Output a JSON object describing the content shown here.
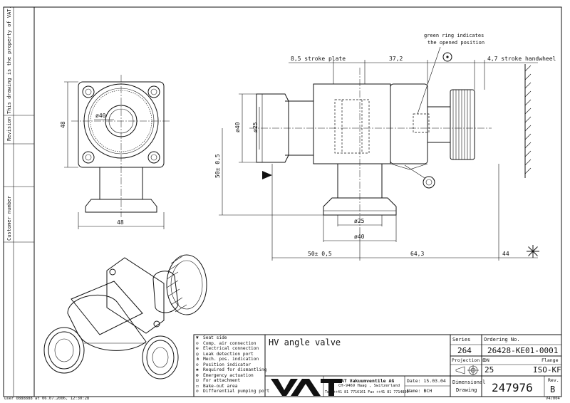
{
  "side_margin": {
    "property_note": "This drawing is the property of VAT.",
    "revision_label": "Revision",
    "customer_label": "Customer number"
  },
  "front_view": {
    "height_dim": "48",
    "width_dim": "48",
    "bore_dim": "ø40"
  },
  "side_view": {
    "annotation": [
      "green ring indicates",
      "the opened position"
    ],
    "stroke_plate": "8,5 stroke plate",
    "dim_37_2": "37,2",
    "stroke_handwheel": "4,7 stroke handwheel",
    "dia_40_left": "ø40",
    "dia_25_left": "ø25",
    "height_50": "50± 0,5",
    "dia_25_bottom": "ø25",
    "dia_40_bottom": "ø40",
    "len_50": "50± 0,5",
    "len_64_3": "64,3",
    "len_44": "44"
  },
  "legend": [
    {
      "icon": "seat-side-icon",
      "symbol": "▼",
      "text": "Seat side"
    },
    {
      "icon": "comp-air-icon",
      "symbol": "⊙",
      "text": "Comp. air connection"
    },
    {
      "icon": "electrical-icon",
      "symbol": "⊕",
      "text": "Electrical connection"
    },
    {
      "icon": "leak-detection-icon",
      "symbol": "◎",
      "text": "Leak detection port"
    },
    {
      "icon": "mech-pos-icon",
      "symbol": "⋔",
      "text": "Mech. pos. indication"
    },
    {
      "icon": "position-indicator-icon",
      "symbol": "⊖",
      "text": "Position indicator"
    },
    {
      "icon": "dismantling-icon",
      "symbol": "✱",
      "text": "Required for dismantling"
    },
    {
      "icon": "emergency-icon",
      "symbol": "⊛",
      "text": "Emergency actuation"
    },
    {
      "icon": "attachment-icon",
      "symbol": "⊡",
      "text": "For attachment"
    },
    {
      "icon": "bake-out-icon",
      "symbol": "▭",
      "text": "Bake-out area"
    },
    {
      "icon": "pumping-port-icon",
      "symbol": "⊘",
      "text": "Differential pumping port"
    }
  ],
  "title_block": {
    "title": "HV angle valve",
    "company": "VAT Vakuumventile AG",
    "address": "CH-9469 Haag , Switzerland",
    "contact": "Tel ++41 81 7716161 Fax ++41 81 7714830",
    "logo_text": "VAT",
    "date_label": "Date:",
    "date": "15.03.04",
    "name_label": "Name:",
    "name": "BCH",
    "dimensional_drawing": [
      "Dimensional",
      "Drawing"
    ],
    "series_label": "Series",
    "series": "264",
    "ordering_label": "Ordering No.",
    "ordering_no": "26428-KE01-0001",
    "projection_label": "Projection E",
    "dn_label": "DN",
    "dn": "25",
    "flange_label": "Flange",
    "flange": "ISO-KF",
    "drawing_no": "247976",
    "rev_label": "Rev.",
    "rev": "B"
  },
  "footer": {
    "left": "user 0888888 at 06.07.2006, 12:30:28",
    "right": "V4/004"
  }
}
